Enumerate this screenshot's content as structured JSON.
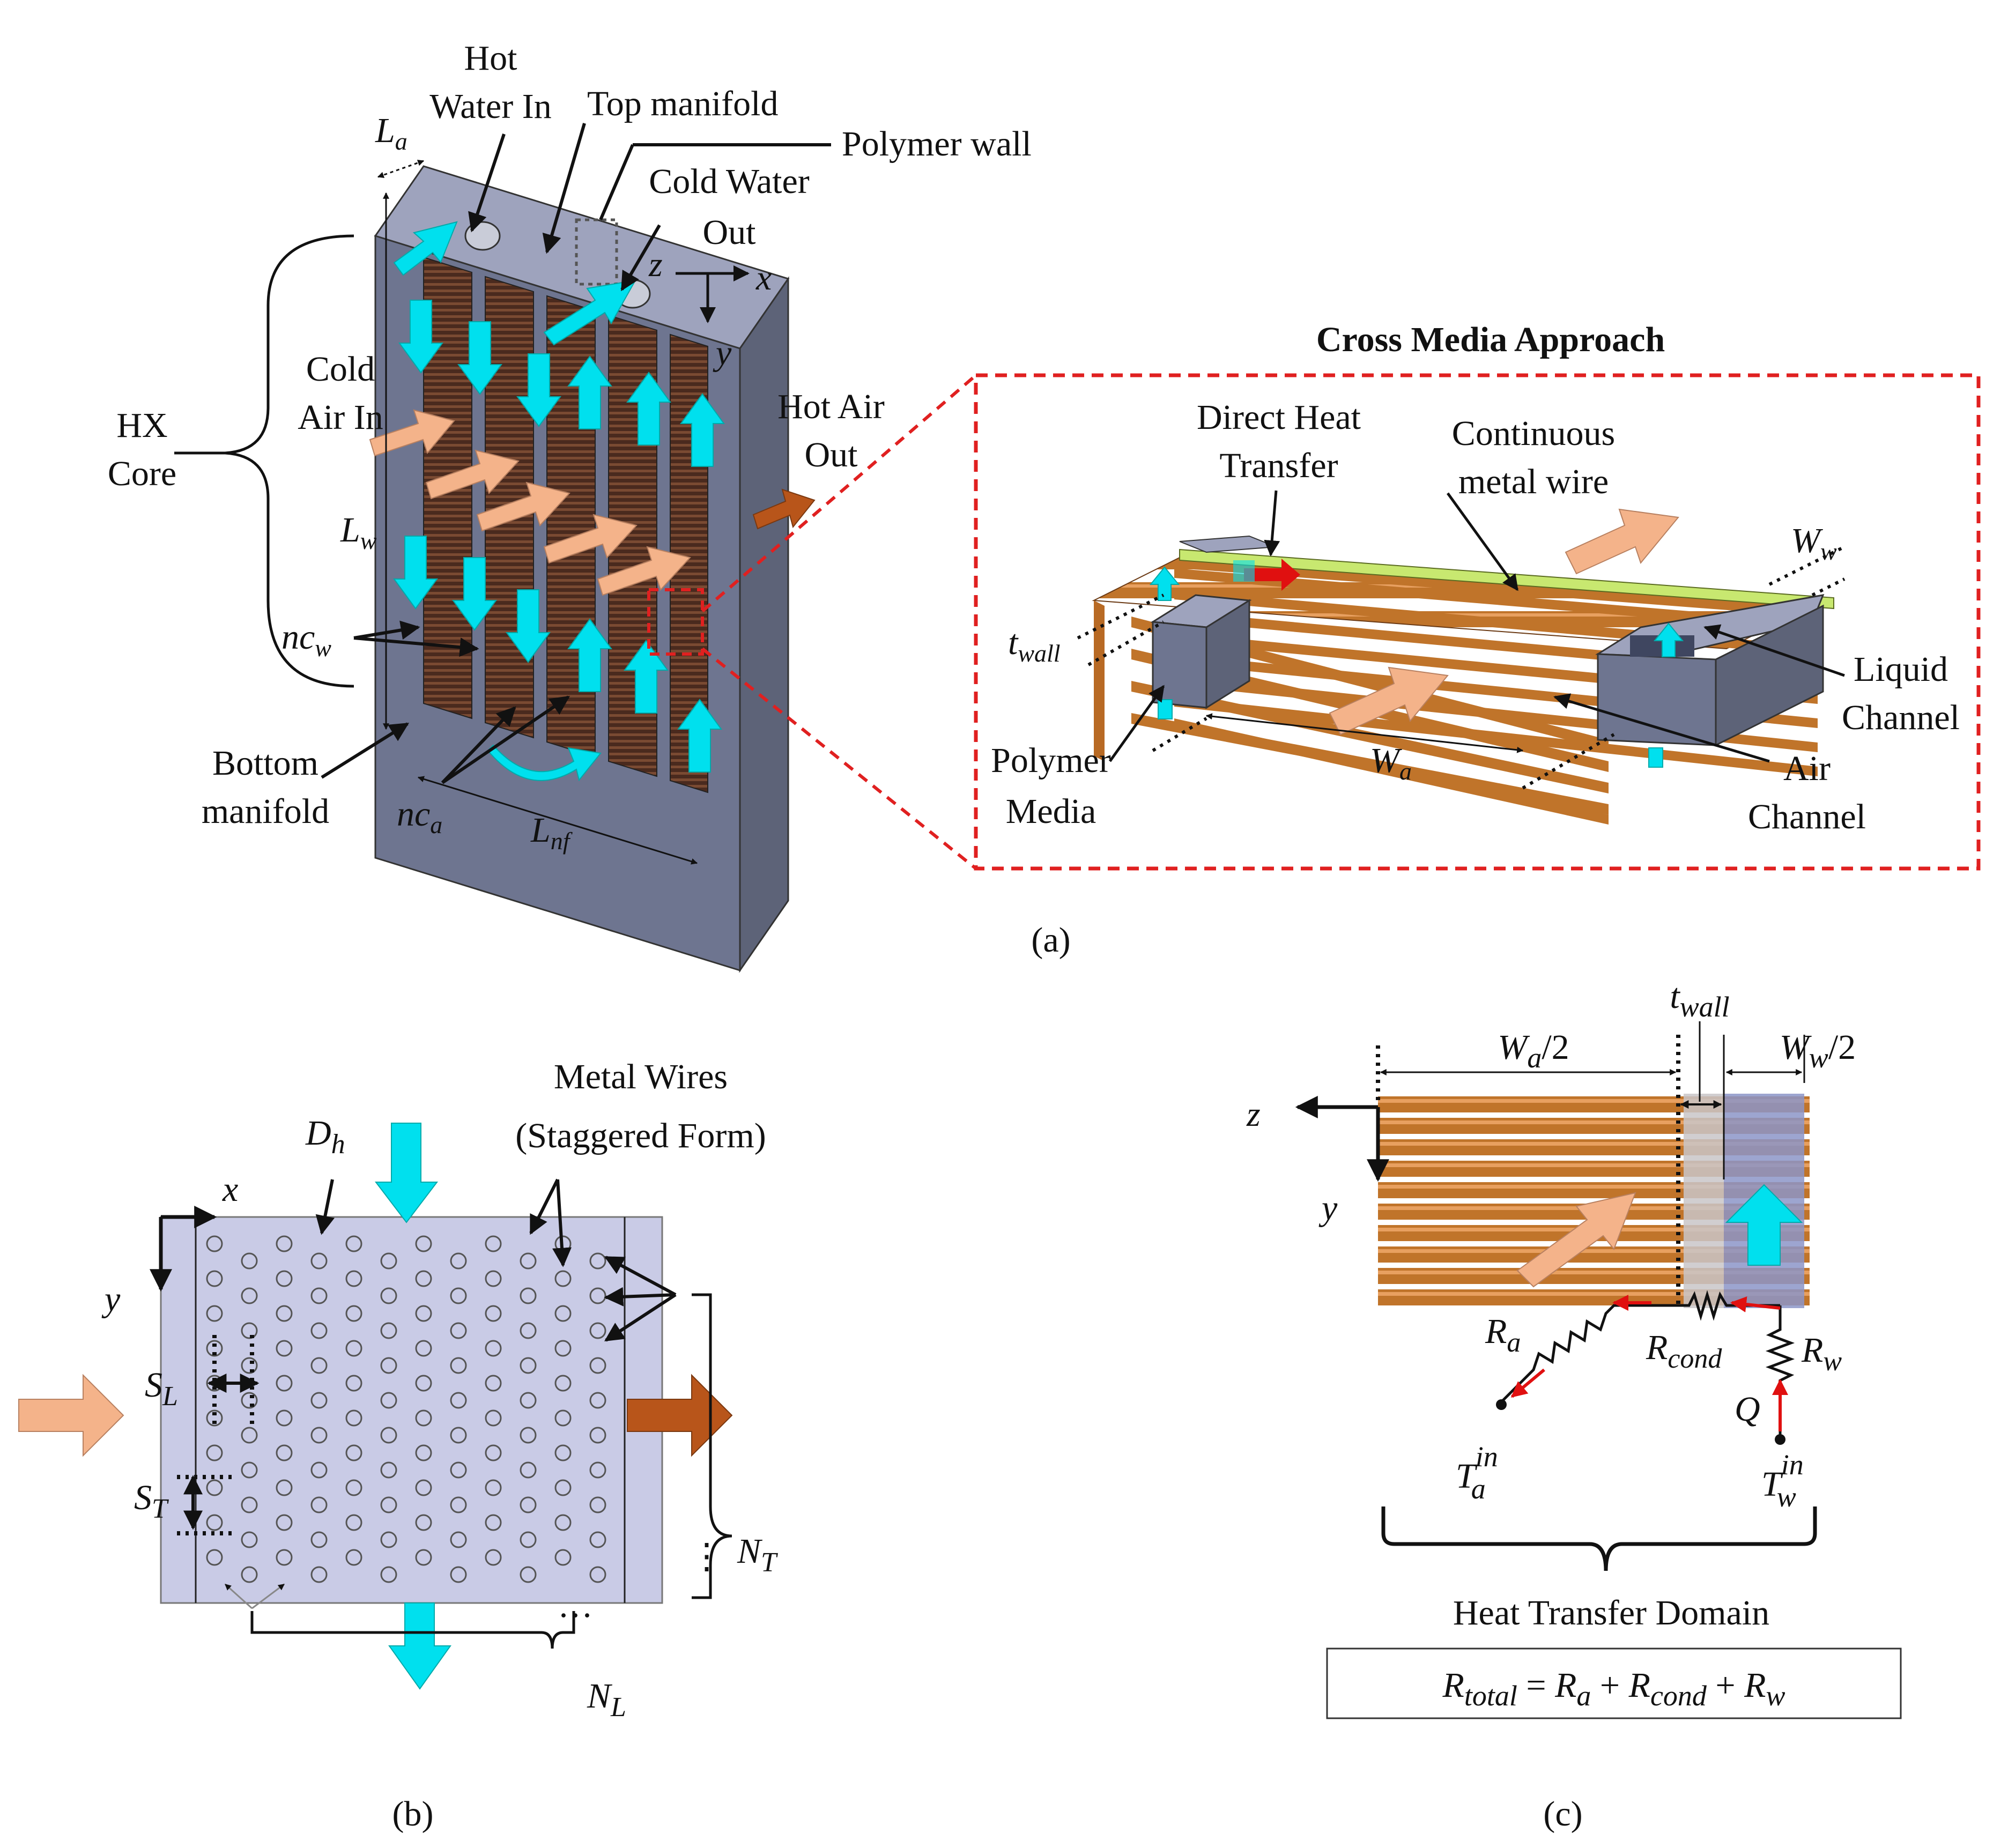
{
  "panel_a": {
    "label": "(a)",
    "labels": {
      "hot_water_in_1": "Hot",
      "hot_water_in_2": "Water In",
      "top_manifold": "Top manifold",
      "polymer_wall": "Polymer wall",
      "cold_water_out_1": "Cold Water",
      "cold_water_out_2": "Out",
      "cold_air_in_1": "Cold",
      "cold_air_in_2": "Air In",
      "hx_core_1": "HX",
      "hx_core_2": "Core",
      "hot_air_out_1": "Hot Air",
      "hot_air_out_2": "Out",
      "bottom_manifold_1": "Bottom",
      "bottom_manifold_2": "manifold",
      "axis_z": "z",
      "axis_x": "x",
      "axis_y": "y"
    },
    "symbols": {
      "la": "L",
      "la_sub": "a",
      "lw": "L",
      "lw_sub": "w",
      "lnf": "L",
      "lnf_sub": "nf",
      "ncw": "nc",
      "ncw_sub": "w",
      "nca": "nc",
      "nca_sub": "a"
    },
    "inset": {
      "title": "Cross Media Approach",
      "direct_heat_1": "Direct Heat",
      "direct_heat_2": "Transfer",
      "wire_1": "Continuous",
      "wire_2": "metal wire",
      "liquid_1": "Liquid",
      "liquid_2": "Channel",
      "air_1": "Air",
      "air_2": "Channel",
      "polymer_1": "Polymer",
      "polymer_2": "Media",
      "twall": "t",
      "twall_sub": "wall",
      "ww": "W",
      "ww_sub": "w",
      "wa": "W",
      "wa_sub": "a"
    }
  },
  "panel_b": {
    "label": "(b)",
    "metal_wires_1": "Metal Wires",
    "metal_wires_2": "(Staggered Form)",
    "dh": "D",
    "dh_sub": "h",
    "axis_x": "x",
    "axis_y": "y",
    "sl": "S",
    "sl_sub": "L",
    "st": "S",
    "st_sub": "T",
    "nt": "N",
    "nt_sub": "T",
    "nl": "N",
    "nl_sub": "L",
    "dots_v": "⋮",
    "dots_h": "···"
  },
  "panel_c": {
    "label": "(c)",
    "twall": "t",
    "twall_sub": "wall",
    "wa2": "W",
    "wa2_sub": "a",
    "wa2_tail": "/2",
    "ww2": "W",
    "ww2_sub": "w",
    "ww2_tail": "/2",
    "axis_z": "z",
    "axis_y": "y",
    "ra": "R",
    "ra_sub": "a",
    "rcond": "R",
    "rcond_sub": "cond",
    "rw": "R",
    "rw_sub": "w",
    "q": "Q",
    "ta": "T",
    "ta_sub": "a",
    "ta_sup": "in",
    "tw": "T",
    "tw_sub": "w",
    "tw_sup": "in",
    "domain": "Heat Transfer Domain",
    "eq_r": "R",
    "eq_total_sub": "total",
    "eq_eq": " = ",
    "eq_a_sub": "a",
    "eq_plus": " + ",
    "eq_cond_sub": "cond",
    "eq_w_sub": "w"
  },
  "colors": {
    "water_arrow": "#00e0ee",
    "air_cold_arrow": "#f4b38a",
    "air_hot_arrow": "#b8551a",
    "manifold": "#6e7590",
    "channel": "#5a3526",
    "wire": "#c0742a",
    "inset_border": "#e02020",
    "panel_b_bg": "#c9cbe6",
    "heat_arrow": "#e01010"
  }
}
